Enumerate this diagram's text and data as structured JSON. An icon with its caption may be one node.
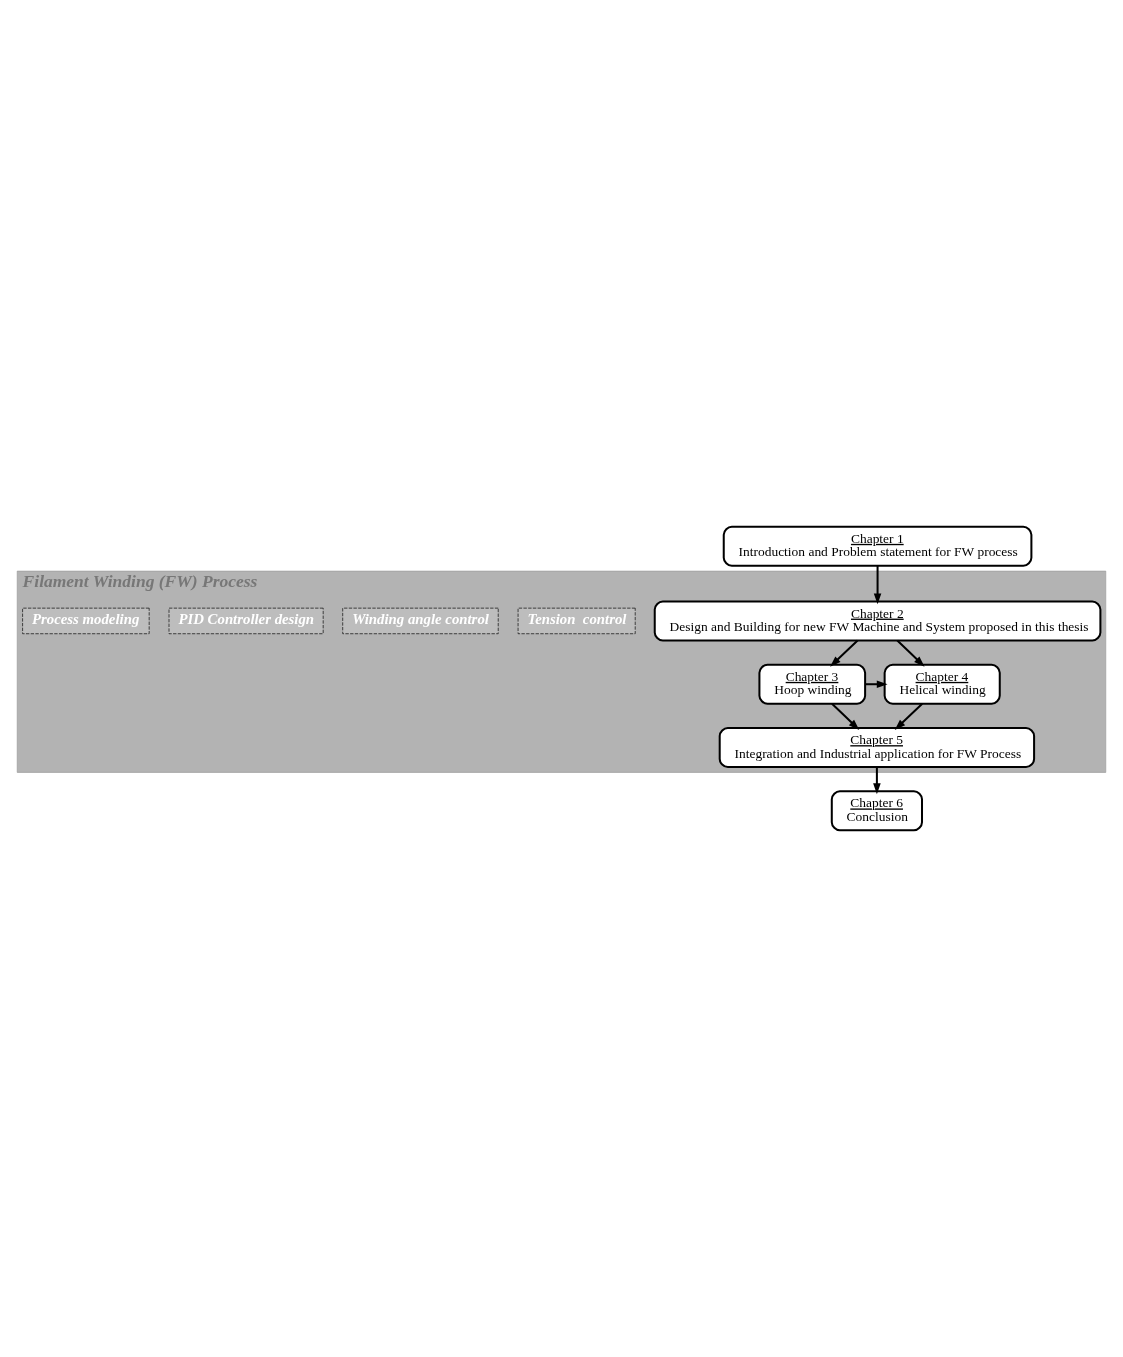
{
  "diagram": {
    "nodes": [
      {
        "text": [
          "Chapter 1",
          "Introduction and Problem statement for FW process"
        ]
      },
      {
        "text": [
          "Filament Winding (FW) Process"
        ]
      },
      {
        "text": [
          "Chapter 2",
          "Design and Building for new FW Machine and System proposed in this thesis"
        ],
        "in": 1
      },
      {
        "text": [
          "Tension  control"
        ],
        "in": 1
      },
      {
        "text": [
          "Winding angle control"
        ],
        "in": 1
      },
      {
        "text": [
          "Chapter 3",
          "Hoop winding"
        ],
        "in": 1
      },
      {
        "text": [
          "Chapter 4",
          "Helical winding"
        ],
        "in": 1
      },
      {
        "text": [
          "PID Controller design"
        ],
        "in": 1
      },
      {
        "text": [
          "Process modeling"
        ],
        "in": 1
      },
      {
        "text": [
          "Chapter 5",
          "Integration and Industrial application for FW Process"
        ],
        "in": 1
      },
      {
        "text": [
          "Chapter 6",
          "Conclusion"
        ]
      }
    ],
    "edges": [
      {
        "from": 0,
        "to": 2,
        "arrow": "to"
      },
      {
        "from": 2,
        "to": 5,
        "arrow": "to"
      },
      {
        "from": 2,
        "to": 6,
        "arrow": "to"
      },
      {
        "from": 5,
        "to": 6,
        "arrow": "to"
      },
      {
        "from": 5,
        "to": 9,
        "arrow": "to"
      },
      {
        "from": 6,
        "to": 9,
        "arrow": "to"
      },
      {
        "from": 9,
        "to": 10,
        "arrow": "to"
      }
    ]
  }
}
